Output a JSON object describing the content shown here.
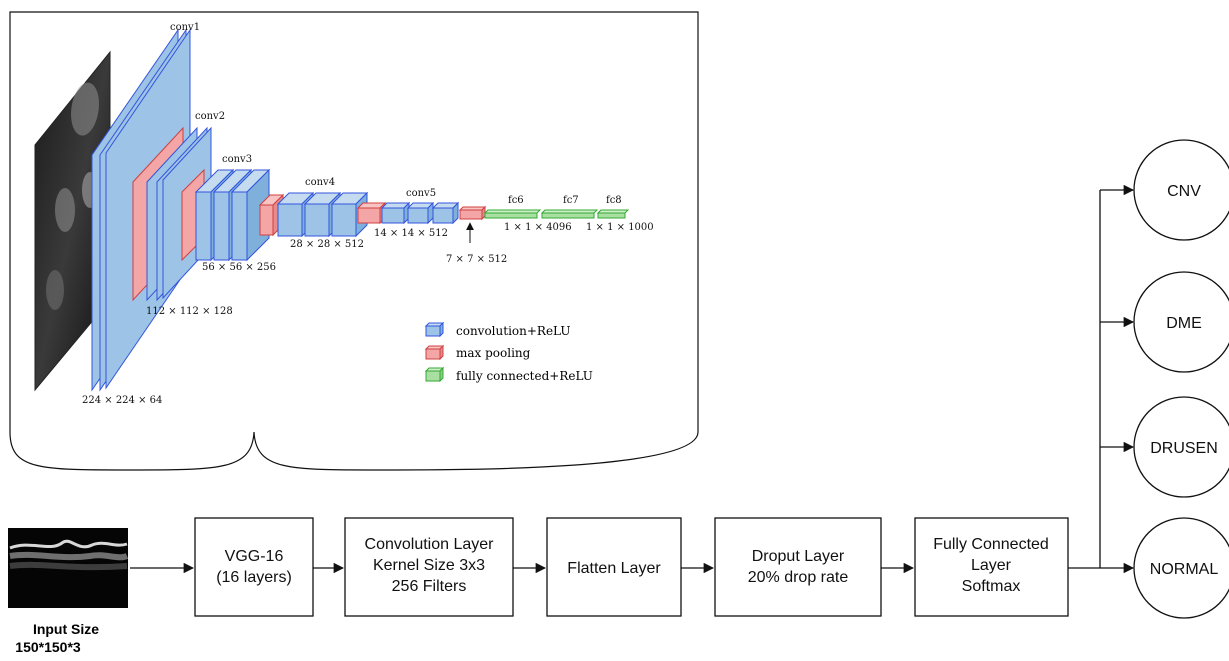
{
  "vgg_figure": {
    "stage_labels": {
      "conv1": "conv1",
      "conv2": "conv2",
      "conv3": "conv3",
      "conv4": "conv4",
      "conv5": "conv5",
      "fc6": "fc6",
      "fc7": "fc7",
      "fc8": "fc8"
    },
    "dims": {
      "d224": "224 × 224 × 64",
      "d112": "112 × 112 × 128",
      "d56": "56 × 56 × 256",
      "d28": "28 × 28 × 512",
      "d14": "14 × 14 × 512",
      "d7": "7 × 7 × 512",
      "d4096": "1 × 1 × 4096",
      "d1000": "1 × 1 × 1000"
    },
    "legend": [
      {
        "label": "convolution+ReLU",
        "color": "#9dc3e6"
      },
      {
        "label": "max pooling",
        "color": "#f4a6a6"
      },
      {
        "label": "fully connected+ReLU",
        "color": "#a9dfa0"
      }
    ]
  },
  "pipeline": {
    "input_caption_line1": "Input Size",
    "input_caption_line2": "150*150*3",
    "vgg": {
      "line1": "VGG-16",
      "line2": "(16 layers)"
    },
    "conv": {
      "line1": "Convolution Layer",
      "line2": "Kernel Size 3x3",
      "line3": "256 Filters"
    },
    "flatten": {
      "line1": "Flatten Layer"
    },
    "dropout": {
      "line1": "Droput Layer",
      "line2": "20% drop rate"
    },
    "fc": {
      "line1": "Fully Connected",
      "line2": "Layer",
      "line3": "Softmax"
    }
  },
  "outputs": [
    "CNV",
    "DME",
    "DRUSEN",
    "NORMAL"
  ],
  "colors": {
    "conv": "#9dc3e6",
    "conv_edge": "#3355dd",
    "pool": "#f4a6a6",
    "pool_edge": "#d04040",
    "fc": "#a9dfa0",
    "fc_edge": "#33aa33"
  }
}
